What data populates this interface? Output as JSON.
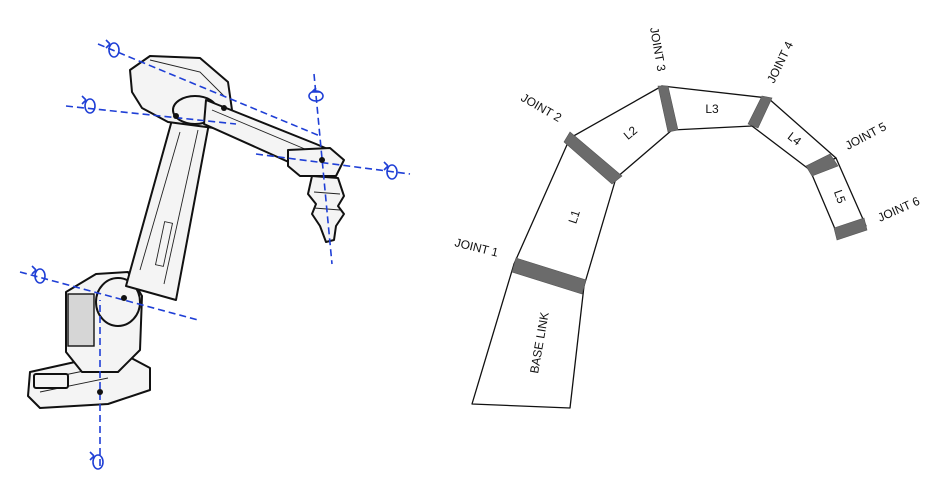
{
  "colors": {
    "axis": "#1f3fd6",
    "joint_band": "#6b6b6b",
    "outline": "#111111"
  },
  "diagram": {
    "joints": [
      "JOINT 1",
      "JOINT 2",
      "JOINT 3",
      "JOINT 4",
      "JOINT 5",
      "JOINT 6"
    ],
    "links": [
      "BASE LINK",
      "L1",
      "L2",
      "L3",
      "L4",
      "L5"
    ]
  }
}
